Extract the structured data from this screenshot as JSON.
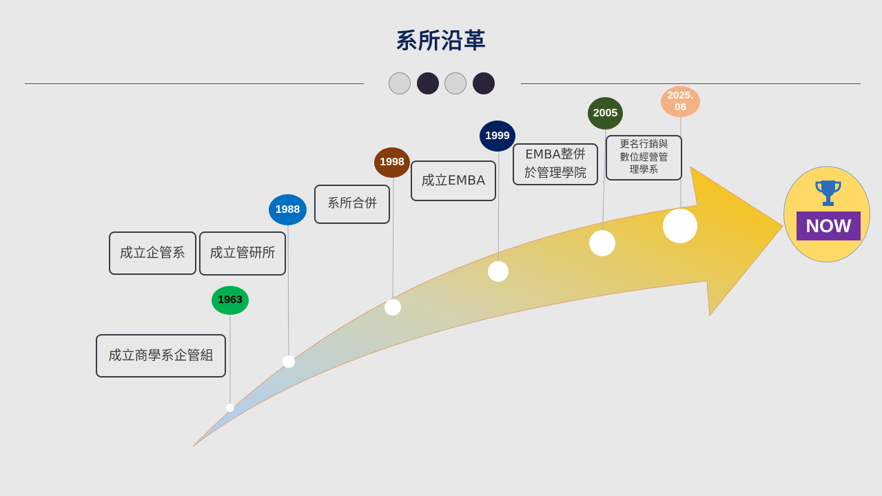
{
  "title": "系所沿革",
  "milestones": [
    {
      "year": "1963",
      "color": "#00b050",
      "text_color": "#000000",
      "events": [
        "成立商學系企管組"
      ]
    },
    {
      "year": "1988",
      "color": "#0070c0",
      "text_color": "#ffffff",
      "events": [
        "成立企管系",
        "成立管研所"
      ]
    },
    {
      "year": "1998",
      "color": "#843c0c",
      "text_color": "#ffffff",
      "events": [
        "系所合併"
      ]
    },
    {
      "year": "1999",
      "color": "#002060",
      "text_color": "#ffffff",
      "events": [
        "成立EMBA"
      ]
    },
    {
      "year": "2005",
      "color": "#375623",
      "text_color": "#ffffff",
      "events": [
        "EMBA整併\n於管理學院"
      ]
    },
    {
      "year": "2025.\n08",
      "color": "#f4b183",
      "text_color": "#ffffff",
      "events": [
        "更名行銷與\n數位經營管\n理學系"
      ]
    }
  ],
  "now": {
    "label": "NOW",
    "icon": "trophy-icon",
    "circle_color": "#ffd966",
    "label_color": "#7030a0"
  },
  "arrow_gradient": {
    "start": "#b0d0f0",
    "end": "#f7c31a"
  }
}
